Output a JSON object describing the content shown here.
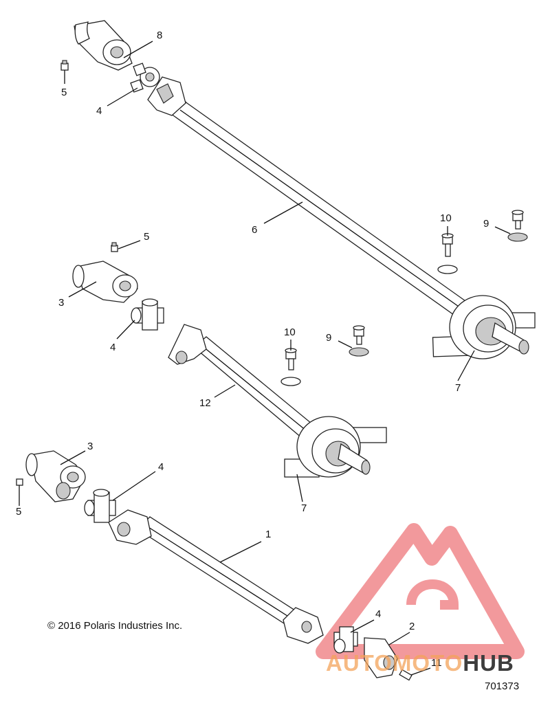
{
  "callouts": [
    {
      "id": "c8",
      "text": "8"
    },
    {
      "id": "c5a",
      "text": "5"
    },
    {
      "id": "c4a",
      "text": "4"
    },
    {
      "id": "c6",
      "text": "6"
    },
    {
      "id": "c10a",
      "text": "10"
    },
    {
      "id": "c9a",
      "text": "9"
    },
    {
      "id": "c7a",
      "text": "7"
    },
    {
      "id": "c5b",
      "text": "5"
    },
    {
      "id": "c3a",
      "text": "3"
    },
    {
      "id": "c4b",
      "text": "4"
    },
    {
      "id": "c10b",
      "text": "10"
    },
    {
      "id": "c9b",
      "text": "9"
    },
    {
      "id": "c12",
      "text": "12"
    },
    {
      "id": "c7b",
      "text": "7"
    },
    {
      "id": "c3b",
      "text": "3"
    },
    {
      "id": "c4c",
      "text": "4"
    },
    {
      "id": "c5c",
      "text": "5"
    },
    {
      "id": "c1",
      "text": "1"
    },
    {
      "id": "c4d",
      "text": "4"
    },
    {
      "id": "c2",
      "text": "2"
    },
    {
      "id": "c11",
      "text": "11"
    }
  ],
  "copyright": "© 2016 Polaris Industries Inc.",
  "part_number": "701373",
  "watermark": {
    "part1": "AUTOMOTO",
    "part2": "HUB",
    "logo_color": "#e8474c",
    "text_color": "#f4a35a"
  }
}
